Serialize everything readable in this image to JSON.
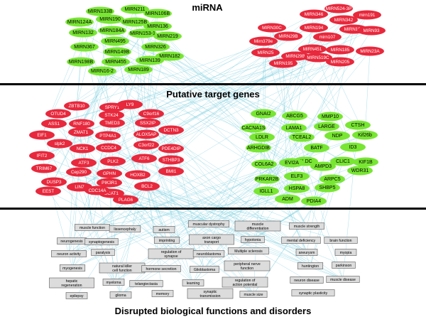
{
  "sections": {
    "mirna_title": "miRNA",
    "targets_title": "Putative target genes",
    "functions_title": "Disrupted biological functions and disorders"
  },
  "colors": {
    "red_node": "#e8283c",
    "green_node": "#78e632",
    "function_box": "#dcdcdc",
    "edge": "#7fd0e0"
  },
  "mirna_green": [
    "MIRN133B",
    "MIRN211",
    "MIRN106B",
    "MIRN190",
    "MIRN124A",
    "MIRN125B",
    "MIRN184A",
    "MIRN136",
    "MIRN132",
    "MIRN153-1",
    "MIRN219",
    "MIRN495",
    "MIRN367",
    "MIRN149B",
    "MIRN326",
    "MIRN182",
    "MIRN198B",
    "MIRN455",
    "MIRN139",
    "MIRN16-2",
    "MIRN189"
  ],
  "mirna_red": [
    "MIRN524-3P",
    "MIRN346",
    "MIRN342",
    "mirn191",
    "MIRN30C",
    "MIRN194",
    "MIRN103",
    "MIRN93",
    "MIRN29B",
    "mirn107",
    "Mirn379e",
    "MIRN451",
    "MIRN185",
    "MIRN23A",
    "MIRN25",
    "MIRN29B",
    "MIRN519C",
    "MIRN195",
    "MIRN205"
  ],
  "genes_red": [
    "ZBTB10",
    "SPRY1",
    "LY9",
    "OTUD4",
    "STK24",
    "C9orf16",
    "ASS1",
    "RNF180",
    "TMED3",
    "SSX2IP",
    "DCTN3",
    "EIF1",
    "ZMAT1",
    "PTP4A1",
    "ALOX5AP",
    "slpk2",
    "NCK1",
    "CCDC4",
    "C3orf22",
    "PDE4DIP",
    "IFIT2",
    "ATF3",
    "PLK2",
    "ATF6",
    "STHBP3",
    "TRIM67",
    "Cep290",
    "GPHN",
    "HOXB2",
    "BMI1",
    "DUSP3",
    "PIK3R1",
    "BCL2",
    "BCAT1",
    "LIN7",
    "EEST",
    "CDC14A",
    "PLAG6"
  ],
  "genes_green": [
    "GNAI2",
    "ABCG5",
    "MMP10",
    "CACNA1S",
    "LAMA1",
    "LARGE",
    "CTSH",
    "LDLR",
    "TCEAL2",
    "NDP",
    "Kif26b",
    "ARHGDIB",
    "BATF",
    "ID3",
    "GLDC",
    "CLIC1",
    "KIF1B",
    "COL6A2",
    "EVI2A",
    "AMPD3",
    "WDR31",
    "PRKAR2B",
    "ELF3",
    "ARPC5",
    "IGLL1",
    "HSPA8",
    "SHBP5",
    "ADM",
    "PDIA4"
  ],
  "functions": [
    "muscle function",
    "lissencephaly",
    "autism",
    "muscular dystrophy",
    "muscle differentiation",
    "muscle strength",
    "neurogenesis",
    "synaptogenesis",
    "imprinting",
    "axon cargo transport",
    "hypotonia",
    "mental deficiency",
    "brain function",
    "neuron activity",
    "paralysis",
    "regulation of synapse",
    "neuroblastoma",
    "Multiple sclerosis",
    "aneurysm",
    "myopia",
    "myogenesis",
    "natural killer cell function",
    "hormone secretion",
    "Glioblastoma",
    "peripheral nerve function",
    "huntington",
    "parkinson",
    "hepatic regeneration",
    "myeloma",
    "telangiectasia",
    "learning",
    "regulation of action potential",
    "neuron disease",
    "muscle disease",
    "epilepsy",
    "glioma",
    "memory",
    "synaptic transmission",
    "muscle size",
    "synaptic plasticity"
  ]
}
